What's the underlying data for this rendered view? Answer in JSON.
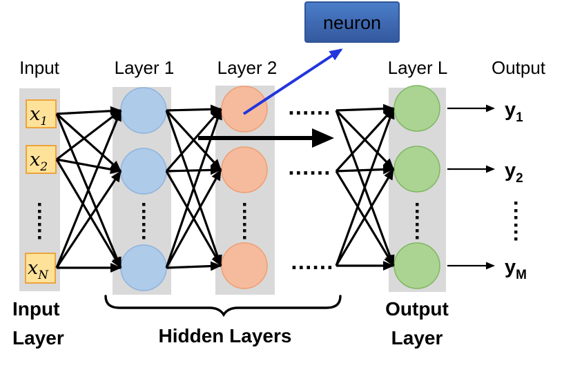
{
  "colors": {
    "background": "#FFFFFF",
    "column_bg": "#D9D9D9",
    "input_box_fill": "#FFE299",
    "input_box_border": "#EDA33C",
    "layer1_node_fill": "#AECBEA",
    "layer1_node_border": "#8FB3DD",
    "layer2_node_fill": "#F6BB9D",
    "layer2_node_border": "#EE9E74",
    "layerL_node_fill": "#ABD493",
    "layerL_node_border": "#7EB660",
    "neuron_box_fill_top": "#4B7EC9",
    "neuron_box_fill_bottom": "#34589E",
    "neuron_box_border": "#2F5597",
    "neuron_label_color": "#FFFFFF",
    "pointer_arrow_color": "#2135DC",
    "connection_color": "#000000",
    "text_color": "#000000"
  },
  "callout": {
    "label": "neuron"
  },
  "headers": {
    "input": "Input",
    "layer_1": "Layer 1",
    "layer_2": "Layer 2",
    "layer_L": "Layer L",
    "output": "Output"
  },
  "input_nodes": [
    {
      "base": "x",
      "sub": "1"
    },
    {
      "base": "x",
      "sub": "2"
    },
    {
      "base": "x",
      "sub": "N"
    }
  ],
  "output_labels": [
    {
      "base": "y",
      "sub": "1"
    },
    {
      "base": "y",
      "sub": "2"
    },
    {
      "base": "y",
      "sub": "M"
    }
  ],
  "ellipsis": {
    "row": "......"
  },
  "footers": {
    "input_line1": "Input",
    "input_line2": "Layer",
    "hidden": "Hidden Layers",
    "output_line1": "Output",
    "output_line2": "Layer"
  }
}
